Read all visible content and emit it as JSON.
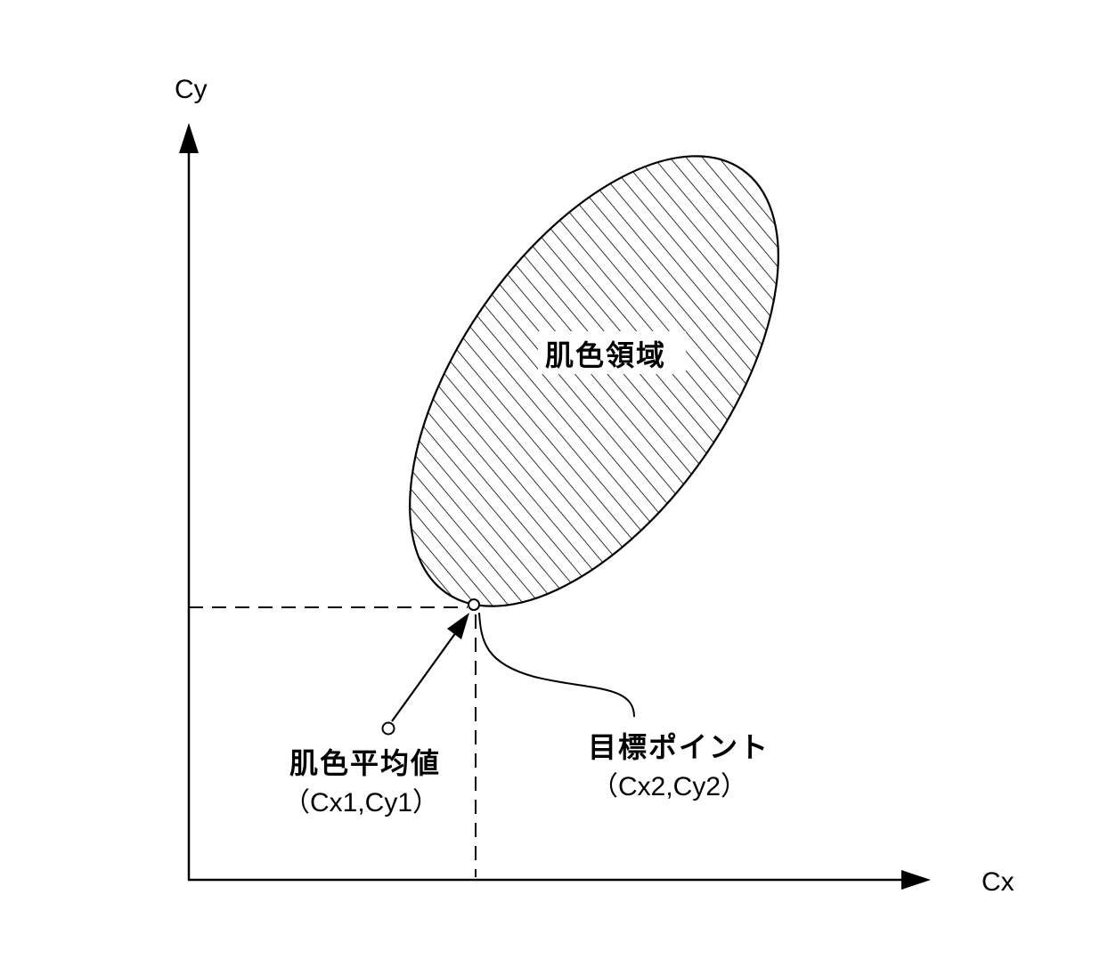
{
  "axes": {
    "x_label": "Cx",
    "y_label": "Cy"
  },
  "region": {
    "label": "肌色領域"
  },
  "average_point": {
    "label": "肌色平均値",
    "coords": "（Cx1,Cy1）"
  },
  "target_point": {
    "label": "目標ポイント",
    "coords": "（Cx2,Cy2）"
  },
  "colors": {
    "stroke": "#000000",
    "background": "#ffffff"
  }
}
